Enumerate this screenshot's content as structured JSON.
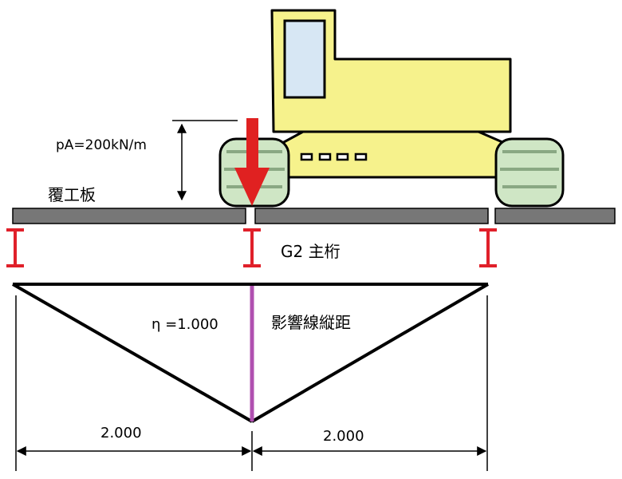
{
  "labels": {
    "load": "pA=200kN/m",
    "deck_plate": "覆工板",
    "girder": "G2 主桁",
    "eta": "η =1.000",
    "influence_line": "影響線縦距",
    "span_left": "2.000",
    "span_right": "2.000"
  },
  "colors": {
    "excavator_body": "#f6f28c",
    "excavator_window": "#d7e7f4",
    "track_fill": "#cfe6c5",
    "deck_plate": "#777777",
    "girder": "#e0202a",
    "load_arrow": "#e02121",
    "ordinate_line": "#b050b0",
    "line": "#000000"
  },
  "icons": {
    "girder_symbol": "i-beam-icon",
    "load_arrow": "arrow-down-icon"
  }
}
